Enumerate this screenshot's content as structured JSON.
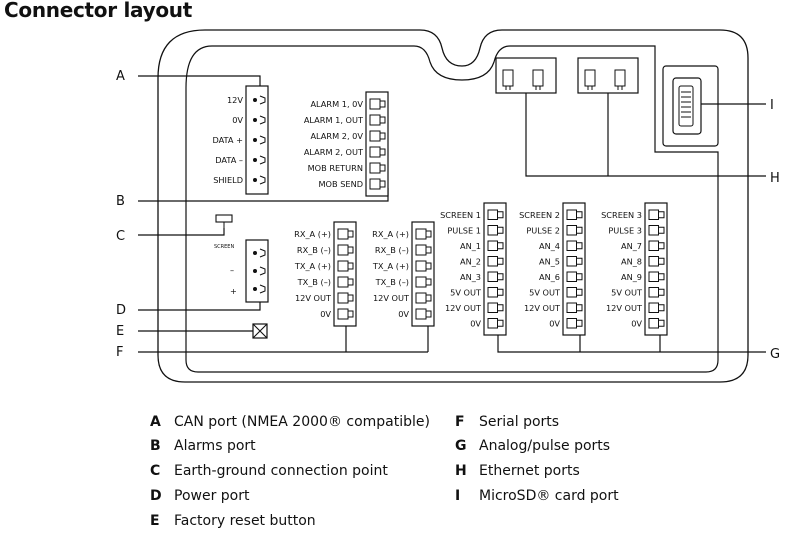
{
  "title": "Connector layout",
  "callouts": {
    "A": "A",
    "B": "B",
    "C": "C",
    "D": "D",
    "E": "E",
    "F": "F",
    "G": "G",
    "H": "H",
    "I": "I"
  },
  "power_port": {
    "screen_label": "SCREEN",
    "minus": "–",
    "plus": "+"
  },
  "can_port": [
    "12V",
    "0V",
    "DATA +",
    "DATA –",
    "SHIELD"
  ],
  "alarms_port": [
    "ALARM 1, 0V",
    "ALARM 1, OUT",
    "ALARM 2, 0V",
    "ALARM 2, OUT",
    "MOB RETURN",
    "MOB SEND"
  ],
  "serial_ports": [
    [
      "RX_A (+)",
      "RX_B (–)",
      "TX_A (+)",
      "TX_B (–)",
      "12V OUT",
      "0V"
    ],
    [
      "RX_A (+)",
      "RX_B (–)",
      "TX_A (+)",
      "TX_B (–)",
      "12V OUT",
      "0V"
    ]
  ],
  "analog_ports": [
    [
      "SCREEN 1",
      "PULSE 1",
      "AN_1",
      "AN_2",
      "AN_3",
      "5V OUT",
      "12V OUT",
      "0V"
    ],
    [
      "SCREEN 2",
      "PULSE 2",
      "AN_4",
      "AN_5",
      "AN_6",
      "5V OUT",
      "12V OUT",
      "0V"
    ],
    [
      "SCREEN 3",
      "PULSE 3",
      "AN_7",
      "AN_8",
      "AN_9",
      "5V OUT",
      "12V OUT",
      "0V"
    ]
  ],
  "legend": [
    {
      "key": "A",
      "text": "CAN port (NMEA 2000® compatible)"
    },
    {
      "key": "B",
      "text": "Alarms port"
    },
    {
      "key": "C",
      "text": "Earth-ground connection point"
    },
    {
      "key": "D",
      "text": "Power port"
    },
    {
      "key": "E",
      "text": "Factory reset button"
    },
    {
      "key": "F",
      "text": "Serial ports"
    },
    {
      "key": "G",
      "text": "Analog/pulse ports"
    },
    {
      "key": "H",
      "text": "Ethernet ports"
    },
    {
      "key": "I",
      "text": "MicroSD® card port"
    }
  ]
}
